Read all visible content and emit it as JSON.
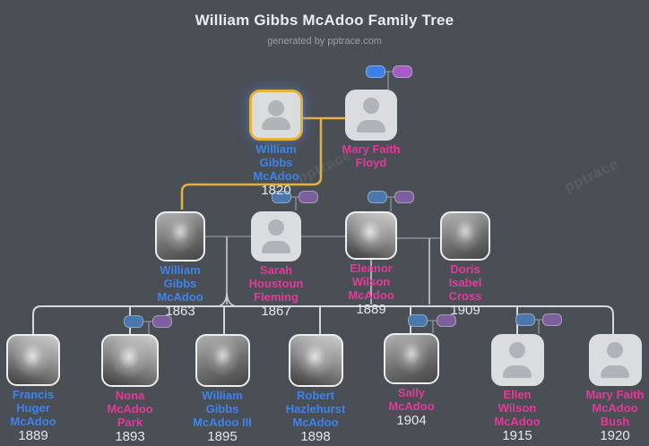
{
  "header": {
    "title": "William Gibbs McAdoo Family Tree",
    "subtitle": "generated by pptrace.com"
  },
  "watermark": "pptrace",
  "colors": {
    "background": "#4a4f56",
    "male_name": "#3e83ea",
    "female_name": "#e23a9a",
    "year_text": "#e7e9eb",
    "highlight_yellow": "#e5b13d",
    "chip_blue_bright": "#3a80e8",
    "chip_purple_bright": "#a55cc8",
    "chip_blue_muted": "#4a77ad",
    "chip_purple_muted": "#7e5f9e",
    "couple_line": "#787f88",
    "child_line": "#d4d8db"
  },
  "people": [
    {
      "id": "william-gibbs-mcadoo-1820",
      "name_lines": [
        "William",
        "Gibbs",
        "McAdoo"
      ],
      "year": "1820",
      "gender_color": "male",
      "portrait": "placeholder",
      "highlighted": true
    },
    {
      "id": "mary-faith-floyd",
      "name_lines": [
        "Mary Faith",
        "Floyd"
      ],
      "year": "",
      "gender_color": "female",
      "portrait": "placeholder",
      "highlighted": false
    },
    {
      "id": "william-gibbs-mcadoo-1863",
      "name_lines": [
        "William",
        "Gibbs",
        "McAdoo"
      ],
      "year": "1863",
      "gender_color": "male",
      "portrait": "photo",
      "highlighted": false
    },
    {
      "id": "sarah-houstoun-fleming",
      "name_lines": [
        "Sarah",
        "Houstoun",
        "Fleming"
      ],
      "year": "1867",
      "gender_color": "female",
      "portrait": "placeholder",
      "highlighted": false
    },
    {
      "id": "eleanor-wilson-mcadoo",
      "name_lines": [
        "Eleanor",
        "Wilson",
        "McAdoo"
      ],
      "year": "1889",
      "gender_color": "female",
      "portrait": "photo",
      "highlighted": false
    },
    {
      "id": "doris-isabel-cross",
      "name_lines": [
        "Doris",
        "Isabel",
        "Cross"
      ],
      "year": "1909",
      "gender_color": "female",
      "portrait": "photo",
      "highlighted": false
    },
    {
      "id": "francis-huger-mcadoo",
      "name_lines": [
        "Francis",
        "Huger",
        "McAdoo"
      ],
      "year": "1889",
      "gender_color": "male",
      "portrait": "photo",
      "highlighted": false
    },
    {
      "id": "nona-mcadoo-park",
      "name_lines": [
        "Nona",
        "McAdoo",
        "Park"
      ],
      "year": "1893",
      "gender_color": "female",
      "portrait": "photo",
      "highlighted": false
    },
    {
      "id": "william-gibbs-mcadoo-iii",
      "name_lines": [
        "William",
        "Gibbs",
        "McAdoo III"
      ],
      "year": "1895",
      "gender_color": "male",
      "portrait": "photo",
      "highlighted": false
    },
    {
      "id": "robert-hazlehurst-mcadoo",
      "name_lines": [
        "Robert",
        "Hazlehurst",
        "McAdoo"
      ],
      "year": "1898",
      "gender_color": "male",
      "portrait": "photo",
      "highlighted": false
    },
    {
      "id": "sally-mcadoo",
      "name_lines": [
        "Sally",
        "McAdoo"
      ],
      "year": "1904",
      "gender_color": "female",
      "portrait": "photo",
      "highlighted": false
    },
    {
      "id": "ellen-wilson-mcadoo",
      "name_lines": [
        "Ellen",
        "Wilson",
        "McAdoo"
      ],
      "year": "1915",
      "gender_color": "female",
      "portrait": "placeholder",
      "highlighted": false
    },
    {
      "id": "mary-faith-mcadoo-bush",
      "name_lines": [
        "Mary Faith",
        "McAdoo",
        "Bush"
      ],
      "year": "1920",
      "gender_color": "female",
      "portrait": "placeholder",
      "highlighted": false
    }
  ],
  "union_chips": [
    {
      "attached_to": "mary-faith-floyd",
      "palette": "bright"
    },
    {
      "attached_to": "sarah-houstoun-fleming",
      "palette": "muted"
    },
    {
      "attached_to": "eleanor-wilson-mcadoo",
      "palette": "muted"
    },
    {
      "attached_to": "nona-mcadoo-park",
      "palette": "muted"
    },
    {
      "attached_to": "sally-mcadoo",
      "palette": "muted"
    },
    {
      "attached_to": "ellen-wilson-mcadoo",
      "palette": "muted"
    }
  ]
}
